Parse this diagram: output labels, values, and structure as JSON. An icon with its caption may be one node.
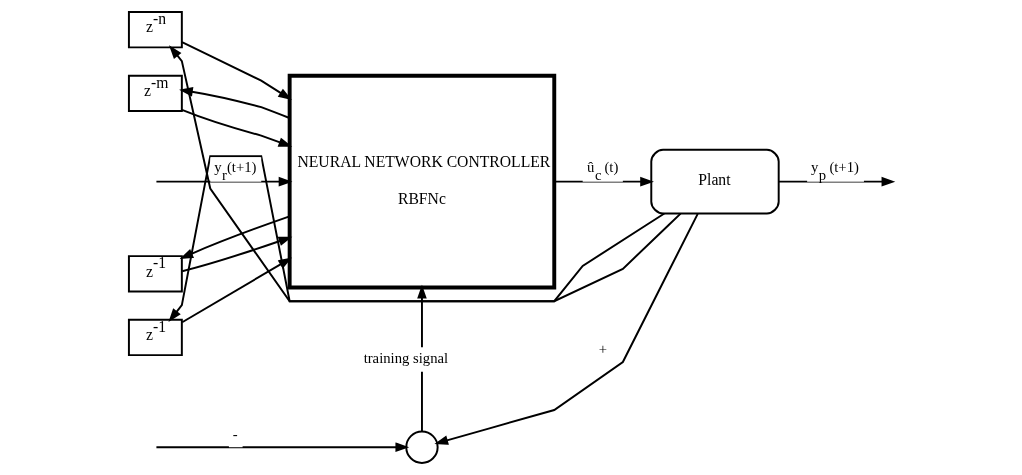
{
  "diagram": {
    "nodes": [
      {
        "text": [
          "z$^{-1}$"
        ]
      },
      {
        "text": [
          "z$^{-m}$"
        ]
      },
      {
        "text": [
          "NEURAL NETWORK CONTROLLER",
          "RBFNc"
        ]
      },
      {
        "text": [
          "z$^{-1}$"
        ]
      },
      {
        "text": [
          "z$^{-n}$"
        ]
      },
      {
        "text": [
          "Plant"
        ]
      },
      {
        "text": [],
        "shape": "circle"
      }
    ],
    "edges": [
      {
        "from": 2,
        "to": 0,
        "arrow": "to"
      },
      {
        "from": 2,
        "to": 1,
        "arrow": "to"
      },
      {
        "from": 0,
        "to": 2,
        "arrow": "to"
      },
      {
        "from": 1,
        "to": 2,
        "arrow": "to"
      },
      {
        "from": null,
        "to": 2,
        "arrow": "to",
        "label": "y$_{r}$(t+1)"
      },
      {
        "from": null,
        "to": 6,
        "arrow": "to",
        "label": "-"
      },
      {
        "from": 2,
        "to": 5,
        "arrow": "to",
        "label": "û$_{c}$ (t)"
      },
      {
        "from": 5,
        "to": null,
        "arrow": "to",
        "label": "y$_{p}$ (t+1)"
      },
      {
        "from": 5,
        "to": 3,
        "arrow": "to"
      },
      {
        "from": 5,
        "to": 4,
        "arrow": "to"
      },
      {
        "from": 3,
        "to": 2,
        "arrow": "to"
      },
      {
        "from": 4,
        "to": 2,
        "arrow": "to"
      },
      {
        "from": 5,
        "to": 6,
        "arrow": "to",
        "label": "+"
      },
      {
        "from": 6,
        "to": 2,
        "arrow": "to",
        "label": "training signal"
      }
    ]
  }
}
